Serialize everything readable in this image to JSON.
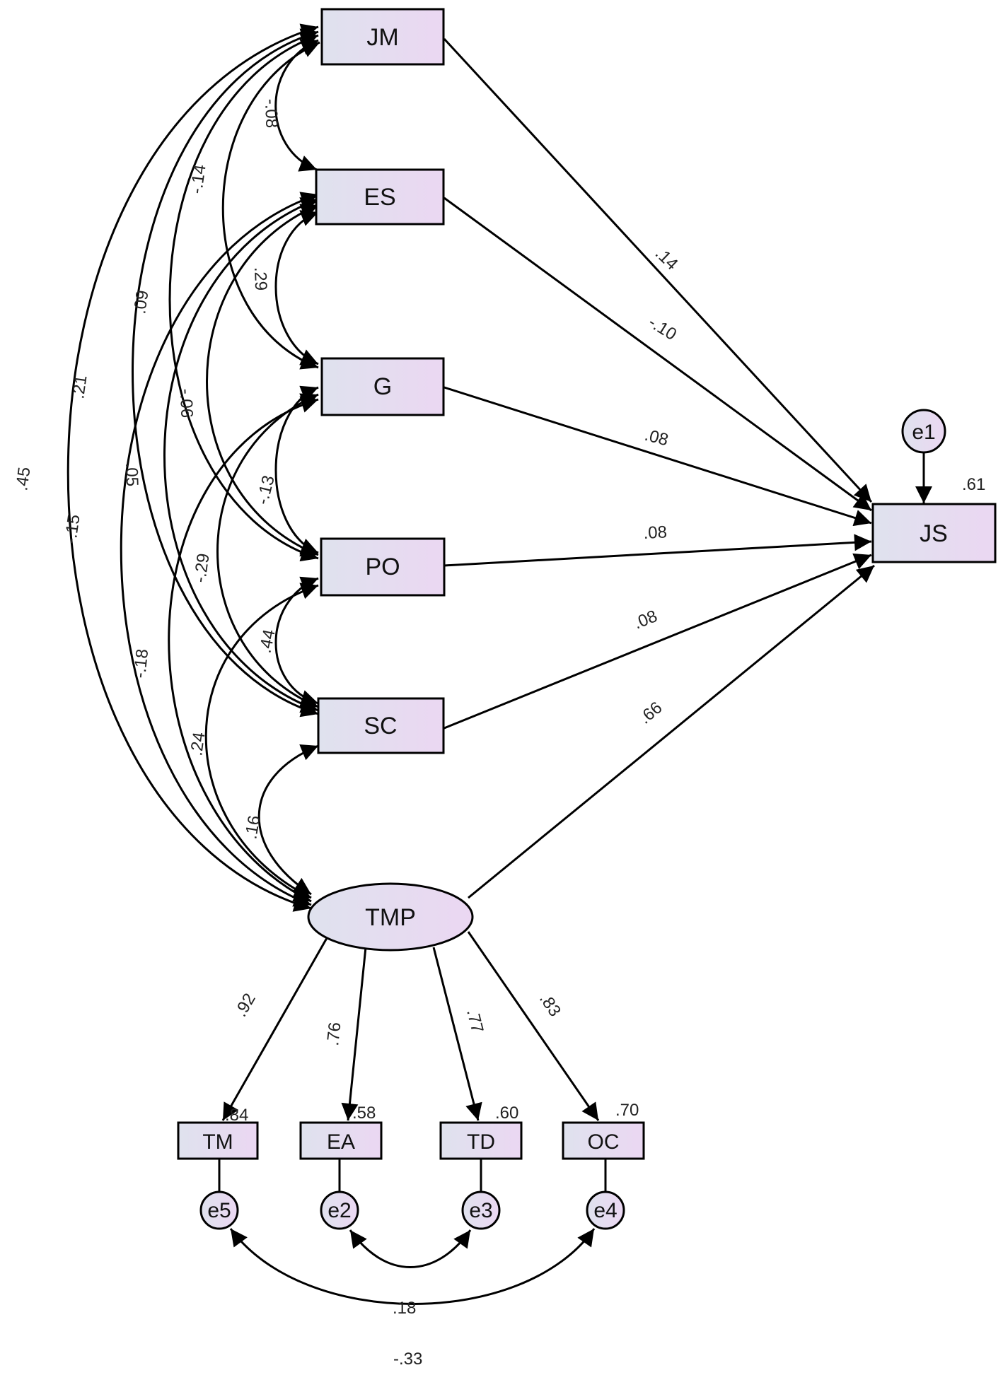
{
  "nodes": {
    "JM": "JM",
    "ES": "ES",
    "G": "G",
    "PO": "PO",
    "SC": "SC",
    "TMP": "TMP",
    "JS": "JS",
    "TM": "TM",
    "EA": "EA",
    "TD": "TD",
    "OC": "OC",
    "e1": "e1",
    "e2": "e2",
    "e3": "e3",
    "e4": "e4",
    "e5": "e5"
  },
  "r2": {
    "JS": ".61",
    "TM": ".84",
    "EA": ".58",
    "TD": ".60",
    "OC": ".70"
  },
  "paths_to_JS": {
    "JM": ".14",
    "ES": "-.10",
    "G": ".08",
    "PO": ".08",
    "SC": ".08",
    "TMP": ".66"
  },
  "loadings": {
    "TM": ".92",
    "EA": ".76",
    "TD": ".77",
    "OC": ".83"
  },
  "correlations": {
    "JM_ES": "-.08",
    "JM_G": "-.14",
    "JM_PO": ".09",
    "JM_SC": ".21",
    "JM_TMP": ".45",
    "ES_G": ".29",
    "ES_PO": "-.06",
    "ES_SC": ".05",
    "ES_TMP": "-.15",
    "G_PO": "-.13",
    "G_SC": "-.29",
    "G_TMP": "-.18",
    "PO_SC": ".44",
    "PO_TMP": ".24",
    "SC_TMP": ".16",
    "e2_e3": ".18",
    "e5_e4": "-.33"
  },
  "colors": {
    "box_left": "#dfe2ee",
    "box_right": "#ebd7f2",
    "line": "#000000"
  }
}
